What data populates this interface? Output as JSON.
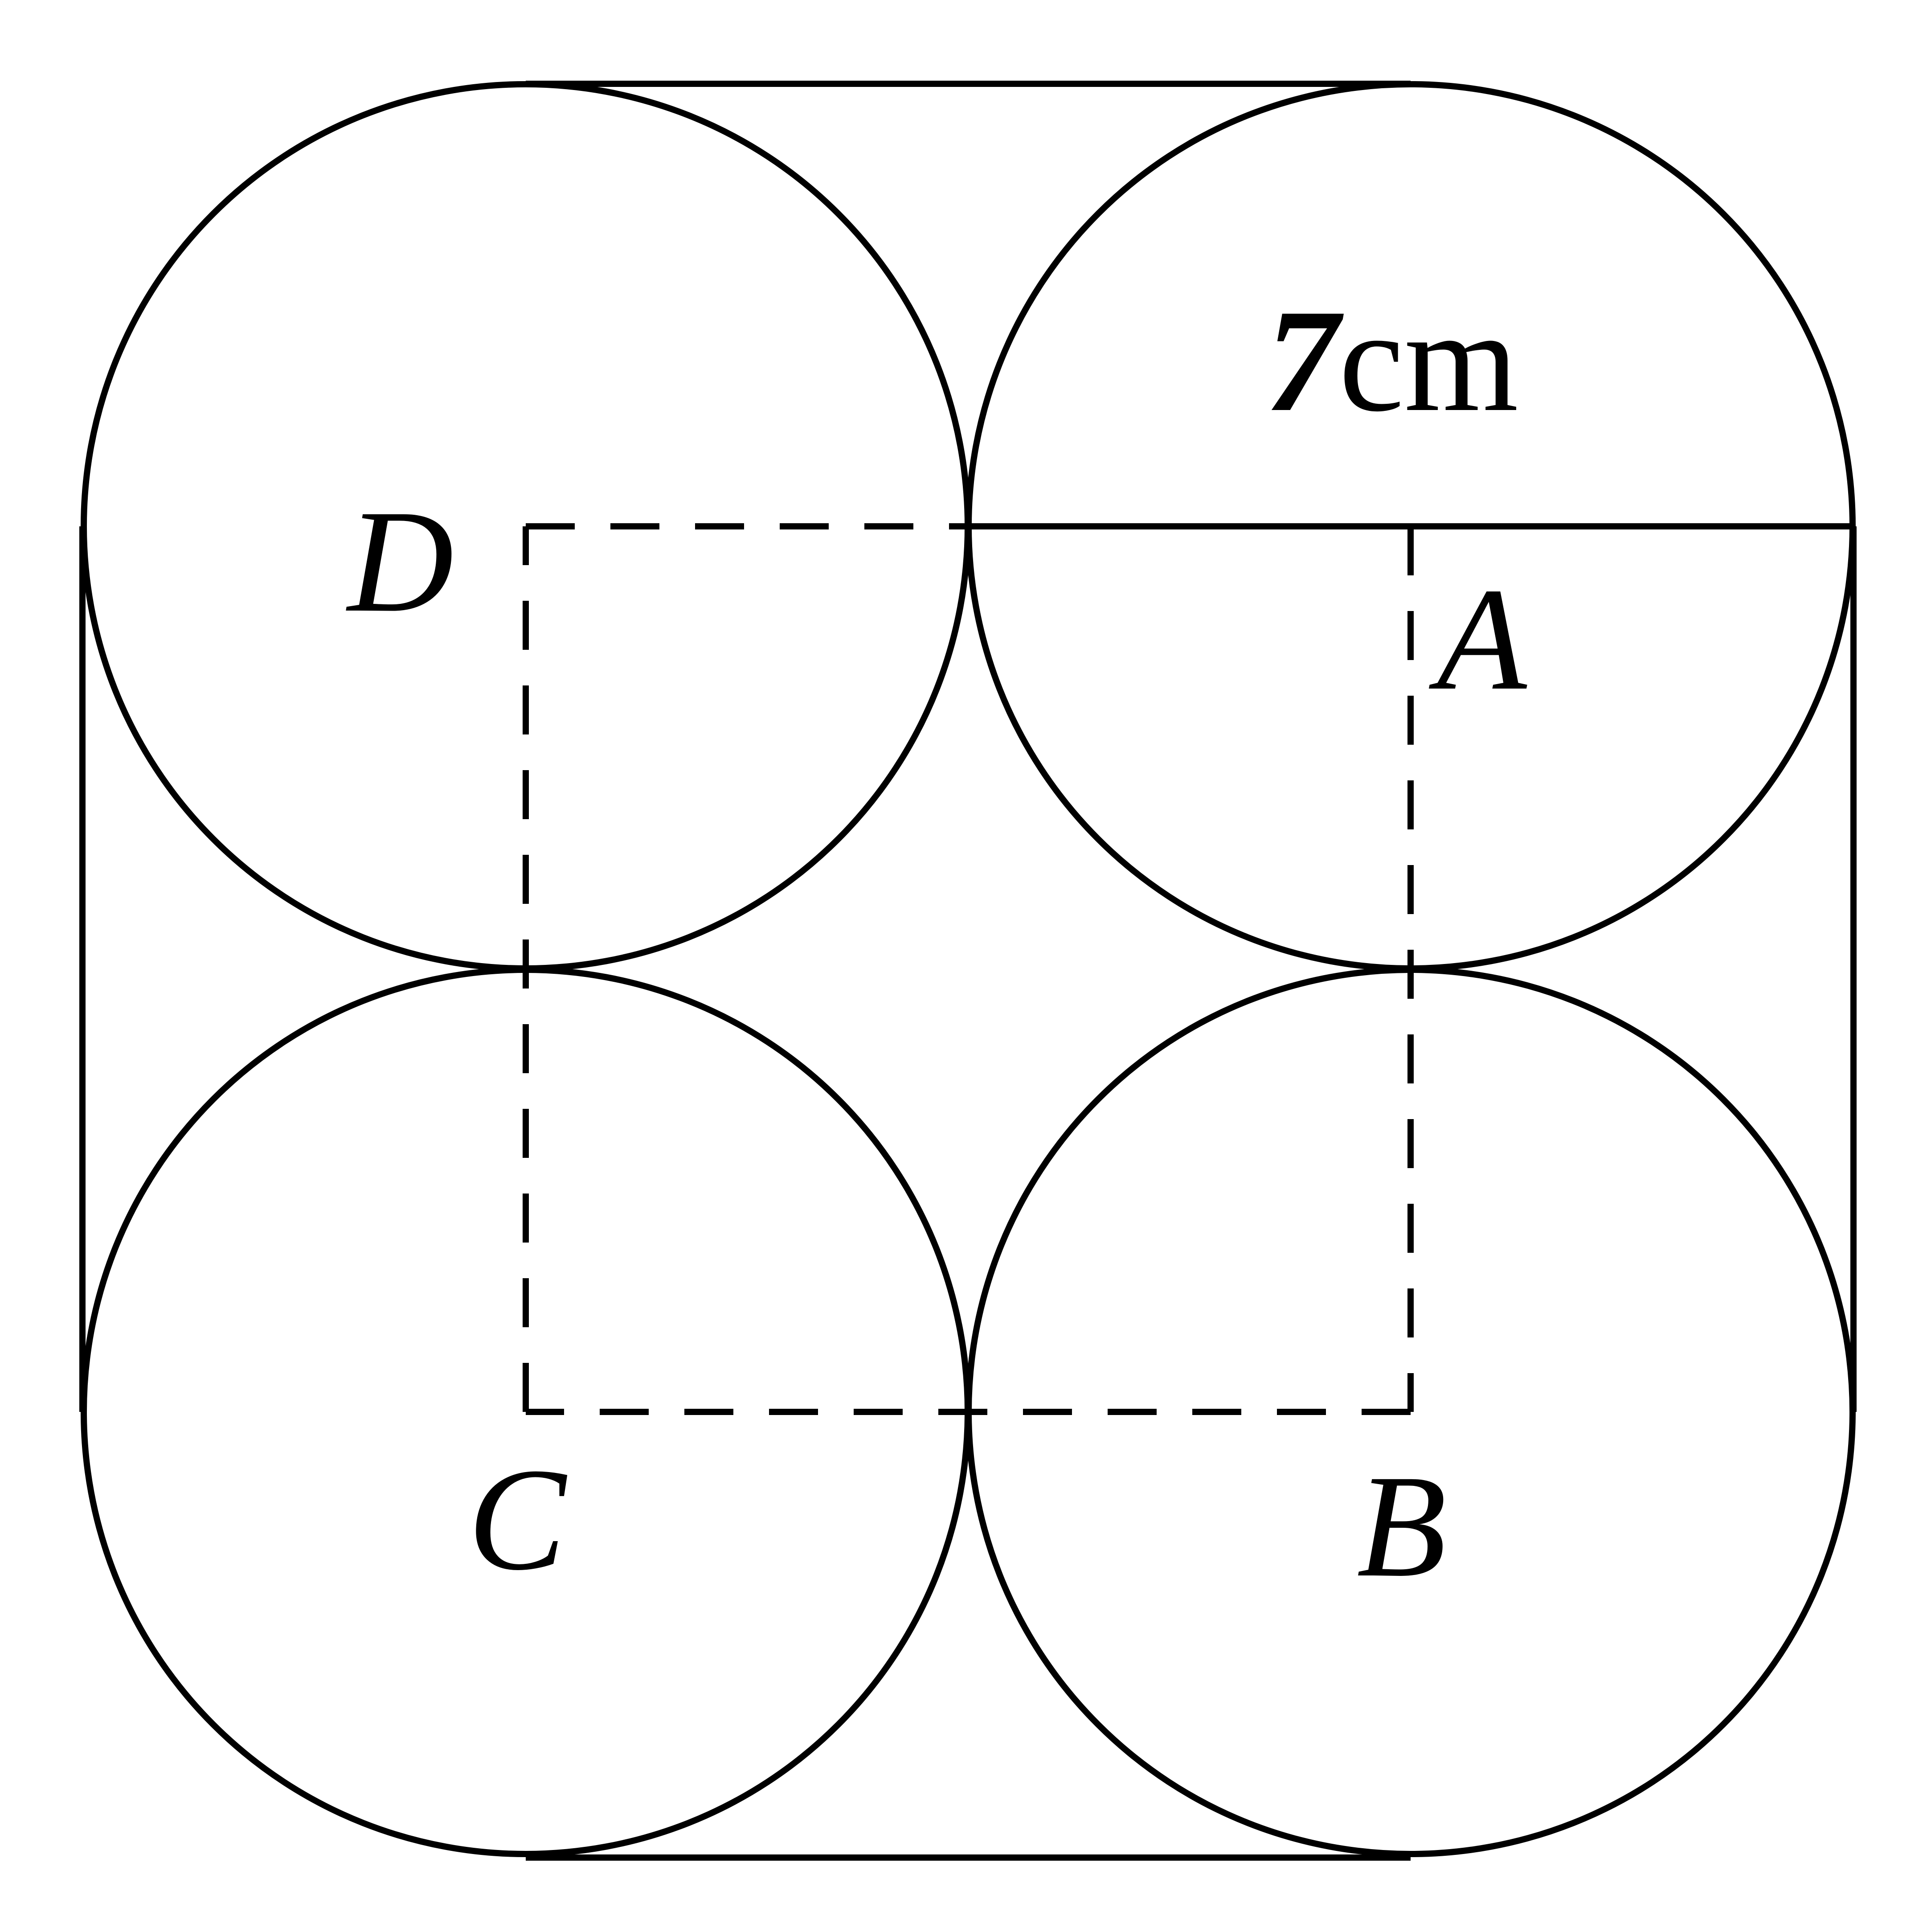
{
  "labels": {
    "a": "A",
    "b": "B",
    "c": "C",
    "d": "D"
  },
  "dimension": {
    "value": "7",
    "unit": "cm"
  },
  "colors": {
    "line": "#000000",
    "background": "#ffffff"
  }
}
